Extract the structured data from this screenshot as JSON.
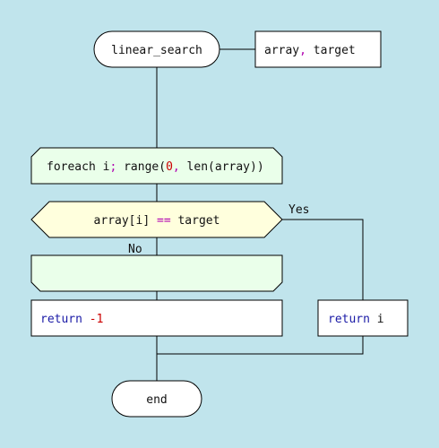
{
  "flowchart": {
    "start": {
      "label": "linear_search"
    },
    "params": {
      "segments": [
        {
          "text": "array",
          "tone": "plain"
        },
        {
          "text": ",",
          "tone": "op"
        },
        {
          "text": " target",
          "tone": "plain"
        }
      ]
    },
    "loop": {
      "segments": [
        {
          "text": "foreach i",
          "tone": "plain"
        },
        {
          "text": ";",
          "tone": "op"
        },
        {
          "text": " range(",
          "tone": "plain"
        },
        {
          "text": "0",
          "tone": "num"
        },
        {
          "text": ",",
          "tone": "op"
        },
        {
          "text": " len(array))",
          "tone": "plain"
        }
      ]
    },
    "decision": {
      "segments": [
        {
          "text": "array[i] ",
          "tone": "plain"
        },
        {
          "text": "==",
          "tone": "op"
        },
        {
          "text": " target",
          "tone": "plain"
        }
      ]
    },
    "yes_label": "Yes",
    "no_label": "No",
    "return_not_found": {
      "segments": [
        {
          "text": "return",
          "tone": "kw"
        },
        {
          "text": " ",
          "tone": "plain"
        },
        {
          "text": "-1",
          "tone": "num"
        }
      ]
    },
    "return_found": {
      "segments": [
        {
          "text": "return",
          "tone": "kw"
        },
        {
          "text": " i",
          "tone": "plain"
        }
      ]
    },
    "end": {
      "label": "end"
    }
  },
  "colors": {
    "background": "#c0e4ec",
    "terminal_fill": "#ffffff",
    "loop_fill": "#eaffea",
    "decision_fill": "#ffffdd",
    "box_fill": "#ffffff",
    "stroke": "#000000"
  }
}
